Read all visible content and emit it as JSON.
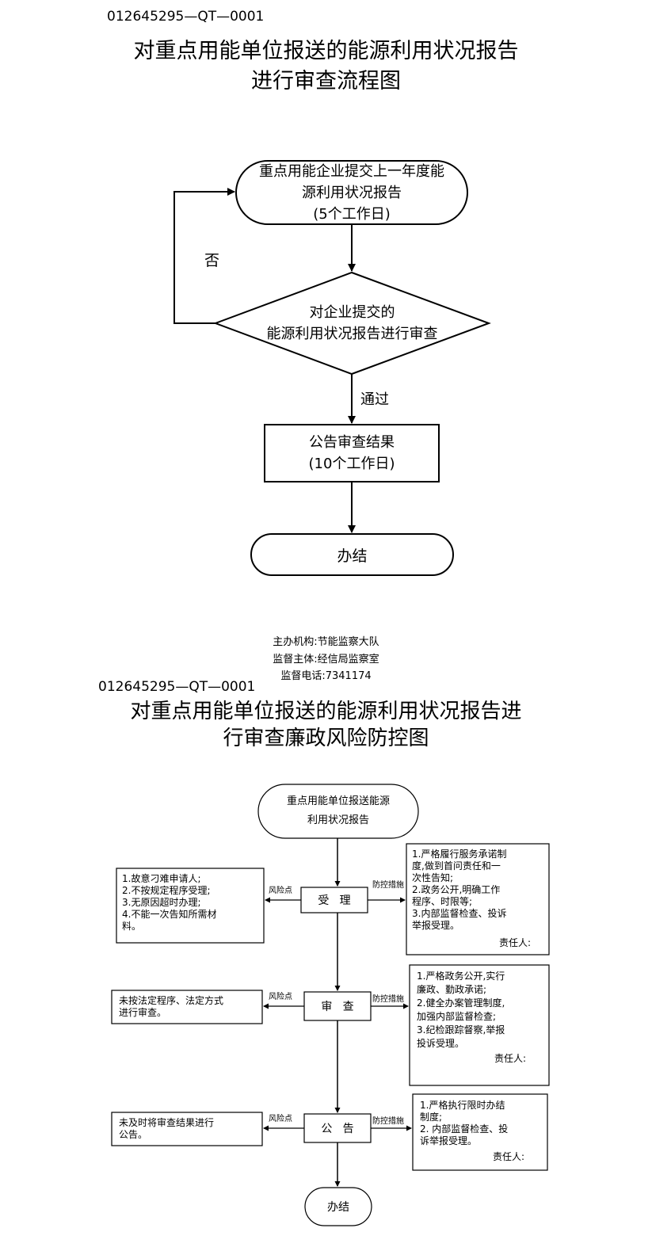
{
  "doc1": {
    "code": "012645295—QT—0001",
    "title_line1": "对重点用能单位报送的能源利用状况报告",
    "title_line2": "进行审查流程图",
    "start_line1": "重点用能企业提交上一年度能",
    "start_line2": "源利用状况报告",
    "start_line3": "(5个工作日)",
    "decision_line1": "对企业提交的",
    "decision_line2": "能源利用状况报告进行审查",
    "no_label": "否",
    "pass_label": "通过",
    "publish_line1": "公告审查结果",
    "publish_line2": "(10个工作日)",
    "end_label": "办结"
  },
  "info": {
    "org": "主办机构:节能监察大队",
    "supervisor": "监督主体:经信局监察室",
    "phone": "监督电话:7341174"
  },
  "doc2": {
    "code": "012645295—QT—0001",
    "title_line1": "对重点用能单位报送的能源利用状况报告进",
    "title_line2": "行审查廉政风险防控图",
    "start_line1": "重点用能单位报送能源",
    "start_line2": "利用状况报告",
    "step1": "受   理",
    "step2": "审   查",
    "step3": "公   告",
    "end_label": "办结",
    "risk_label": "风险点",
    "control_label": "防控措施",
    "risk1": "1.故意刁难申请人;\n2.不按规定程序受理;\n3.无原因超时办理;\n4.不能一次告知所需材\n料。",
    "risk2": "未按法定程序、法定方式\n进行审查。",
    "risk3": "未及时将审查结果进行\n公告。",
    "control1": "1.严格履行服务承诺制\n度,做到首问责任和一\n次性告知;\n2.政务公开,明确工作\n程序、时限等;\n3.内部监督检查、投诉\n举报受理。",
    "control2": "1.严格政务公开,实行\n廉政、勤政承诺;\n2.健全办案管理制度,\n加强内部监督检查;\n3.纪检跟踪督察,举报\n投诉受理。",
    "control3": "1.严格执行限时办结\n制度;\n2. 内部监督检查、投\n诉举报受理。",
    "responsible": "责任人:"
  }
}
